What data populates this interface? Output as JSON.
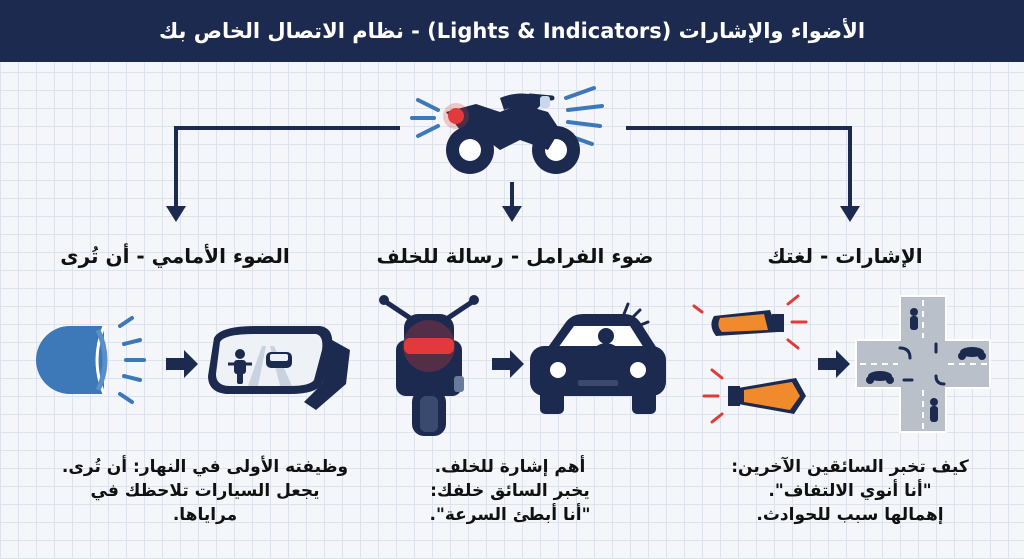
{
  "header": {
    "title": "الأضواء والإشارات (Lights & Indicators) - نظام الاتصال الخاص بك"
  },
  "colors": {
    "navy": "#1b2a4e",
    "accent_blue": "#3d78b8",
    "brake_red": "#e23a3a",
    "indicator_orange": "#f08a2c"
  },
  "sections": [
    {
      "id": "headlight",
      "heading": "الضوء الأمامي - أن تُرى",
      "description": [
        "وظيفته الأولى في النهار: أن تُرى.",
        "يجعل السيارات تلاحظك في",
        "مراياها."
      ]
    },
    {
      "id": "brake",
      "heading": "ضوء الفرامل - رسالة للخلف",
      "description": [
        "أهم إشارة للخلف.",
        "يخبر السائق خلفك:",
        "\"أنا أبطئ السرعة\"."
      ]
    },
    {
      "id": "indicators",
      "heading": "الإشارات - لغتك",
      "description": [
        "كيف تخبر السائقين الآخرين:",
        "\"أنا أنوي الالتفاف\".",
        "إهمالها سبب للحوادث."
      ]
    }
  ]
}
